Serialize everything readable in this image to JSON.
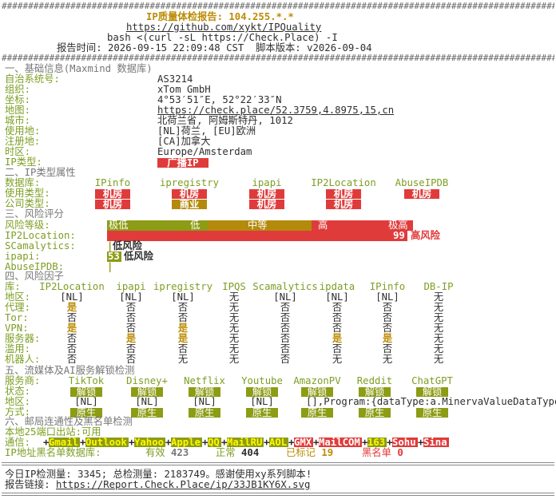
{
  "header": {
    "title": "IP质量体检报告: 104.255.*.*",
    "link": "https://github.com/xykt/IPQuality",
    "cmd": "bash <(curl -sL https://Check.Place) -I",
    "time_label": "报告时间:",
    "time_value": "2026-09-15 22:09:48 CST",
    "ver_label": "脚本版本:",
    "ver_value": "v2026-09-04"
  },
  "basic": {
    "heading": "一、基础信息(Maxmind 数据库)",
    "rows": [
      {
        "label": "自治系统号:",
        "value": "AS3214"
      },
      {
        "label": "组织:",
        "value": "xTom GmbH"
      },
      {
        "label": "坐标:",
        "value": "4°53′51″E, 52°22′33″N"
      },
      {
        "label": "地图:",
        "value": "https://check.place/52.3759,4.8975,15,cn"
      },
      {
        "label": "城市:",
        "value": "北荷兰省, 阿姆斯特丹, 1012"
      },
      {
        "label": "使用地:",
        "value": "[NL]荷兰, [EU]欧洲"
      },
      {
        "label": "注册地:",
        "value": "[CA]加拿大"
      },
      {
        "label": "时区:",
        "value": "Europe/Amsterdam"
      }
    ],
    "type_label": "IP类型:",
    "type_value": "广播IP"
  },
  "iptype": {
    "heading": "二、IP类型属性",
    "db_label": "数据库:",
    "use_label": "使用类型:",
    "comp_label": "公司类型:",
    "dbs": [
      "IPinfo",
      "ipregistry",
      "ipapi",
      "IP2Location",
      "AbuseIPDB"
    ],
    "use": [
      "机房",
      "机房",
      "机房",
      "机房",
      "机房"
    ],
    "comp": [
      "机房",
      "商业",
      "机房",
      "机房",
      ""
    ]
  },
  "risk": {
    "heading": "三、风险评分",
    "level_label": "风险等级:",
    "scale": [
      "极低",
      "低",
      "中等",
      "高",
      "极高"
    ],
    "rows": [
      {
        "label": "IP2Location:",
        "score": "99",
        "text": "高风险"
      },
      {
        "label": "SCamalytics:",
        "score": "",
        "text": "低风险"
      },
      {
        "label": "ipapi:",
        "score": "53",
        "text": "低风险"
      },
      {
        "label": "AbuseIPDB:",
        "score": "",
        "text": ""
      }
    ]
  },
  "factors": {
    "heading": "四、风险因子",
    "lib_label": "库:",
    "cols": [
      "IP2Location",
      "ipapi",
      "ipregistry",
      "IPQS",
      "Scamalytics",
      "ipdata",
      "IPinfo",
      "DB-IP"
    ],
    "rows": [
      {
        "label": "地区:",
        "vals": [
          "[NL]",
          "[NL]",
          "[NL]",
          "无",
          "[NL]",
          "[NL]",
          "[NL]",
          "无"
        ]
      },
      {
        "label": "代理:",
        "vals": [
          "是",
          "否",
          "否",
          "无",
          "否",
          "否",
          "否",
          "无"
        ]
      },
      {
        "label": "Tor:",
        "vals": [
          "否",
          "否",
          "否",
          "无",
          "否",
          "否",
          "否",
          "无"
        ]
      },
      {
        "label": "VPN:",
        "vals": [
          "是",
          "否",
          "是",
          "无",
          "否",
          "否",
          "否",
          "无"
        ]
      },
      {
        "label": "服务器:",
        "vals": [
          "否",
          "是",
          "是",
          "无",
          "否",
          "是",
          "是",
          "无"
        ]
      },
      {
        "label": "滥用:",
        "vals": [
          "否",
          "否",
          "否",
          "无",
          "否",
          "否",
          "否",
          "无"
        ]
      },
      {
        "label": "机器人:",
        "vals": [
          "否",
          "否",
          "无",
          "无",
          "否",
          "无",
          "无",
          "无"
        ]
      }
    ]
  },
  "stream": {
    "heading": "五、流媒体及AI服务解锁检测",
    "svc_label": "服务商:",
    "status_label": "状态:",
    "region_label": "地区:",
    "method_label": "方式:",
    "services": [
      "TikTok",
      "Disney+",
      "Netflix",
      "Youtube",
      "AmazonPV",
      "Reddit",
      "ChatGPT"
    ],
    "status": [
      "解锁",
      "解锁",
      "解锁",
      "解锁",
      "解锁",
      "解锁",
      "解锁"
    ],
    "region": [
      "[NL]",
      "[NL]",
      "[NL]",
      "[NL]",
      "[],Program:{dataType:a.MinervaValueDataType",
      "",
      ""
    ],
    "method": [
      "原生",
      "原生",
      "原生",
      "原生",
      "原生",
      "原生",
      "原生"
    ]
  },
  "mail": {
    "heading": "六、邮局连通性及黑名单检测",
    "port_label": "本地25端口出站:",
    "port_value": "可用",
    "conn_label": "通信:",
    "providers": [
      {
        "name": "Gmail",
        "ok": true
      },
      {
        "name": "Outlook",
        "ok": true
      },
      {
        "name": "Yahoo",
        "ok": true
      },
      {
        "name": "Apple",
        "ok": true
      },
      {
        "name": "QQ",
        "ok": true
      },
      {
        "name": "MailRU",
        "ok": true
      },
      {
        "name": "AOL",
        "ok": true
      },
      {
        "name": "GMX",
        "ok": false
      },
      {
        "name": "MailCOM",
        "ok": false
      },
      {
        "name": "163",
        "ok": true
      },
      {
        "name": "Sohu",
        "ok": false
      },
      {
        "name": "Sina",
        "ok": false
      }
    ],
    "bl_label": "IP地址黑名单数据库:",
    "bl_valid_label": "有效",
    "bl_valid": "423",
    "bl_normal_label": "正常",
    "bl_normal": "404",
    "bl_marked_label": "已标记",
    "bl_marked": "19",
    "bl_black_label": "黑名单",
    "bl_black": "0"
  },
  "footer": {
    "stats": "今日IP检测量: 3345; 总检测量: 2183749。感谢使用xy系列脚本!",
    "link_label": "报告链接:",
    "link": "https://Report.Check.Place/ip/33JB1KY6X.svg"
  },
  "colors": {
    "green": "#7d9e24",
    "ochre": "#bc8c06",
    "red": "#e03b3b",
    "olive": "#8c9c14",
    "gray": "#999999"
  }
}
